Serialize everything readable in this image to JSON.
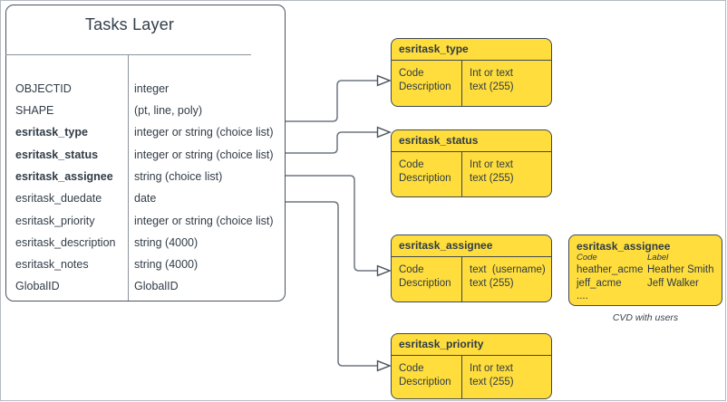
{
  "colors": {
    "domain_fill": "#ffdd3c",
    "domain_border": "#3e4a56",
    "table_border": "#49545e",
    "connector": "#6e7780",
    "text": "#313c47"
  },
  "table": {
    "title": "Tasks Layer",
    "fields": [
      {
        "name": "OBJECTID",
        "type": "integer"
      },
      {
        "name": "SHAPE",
        "type": "(pt, line, poly)"
      },
      {
        "name": "esritask_type",
        "type": "integer or string (choice list)"
      },
      {
        "name": "esritask_status",
        "type": "integer or string (choice list)"
      },
      {
        "name": "esritask_assignee",
        "type": "string (choice list)"
      },
      {
        "name": "esritask_duedate",
        "type": "date"
      },
      {
        "name": "esritask_priority",
        "type": "integer or string (choice list)"
      },
      {
        "name": "esritask_description",
        "type": "string (4000)"
      },
      {
        "name": "esritask_notes",
        "type": "string (4000)"
      },
      {
        "name": "GlobalID",
        "type": "GlobalID"
      }
    ]
  },
  "domains": [
    {
      "title": "esritask_type",
      "left_col": "Code\nDescription",
      "right_col": "Int or text\ntext (255)"
    },
    {
      "title": "esritask_status",
      "left_col": "Code\nDescription",
      "right_col": "Int or text\ntext (255)"
    },
    {
      "title": "esritask_assignee",
      "left_col": "Code\nDescription",
      "right_col": "text  (username)\ntext (255)"
    },
    {
      "title": "esritask_priority",
      "left_col": "Code\nDescription",
      "right_col": "Int or text\ntext (255)"
    }
  ],
  "cvd_box": {
    "title": "esritask_assignee",
    "col_headers": {
      "code": "Code",
      "label": "Label"
    },
    "rows": [
      {
        "code": "heather_acme",
        "label": "Heather Smith"
      },
      {
        "code": "jeff_acme",
        "label": "Jeff Walker"
      },
      {
        "code": "....",
        "label": ""
      }
    ],
    "caption": "CVD with users"
  }
}
